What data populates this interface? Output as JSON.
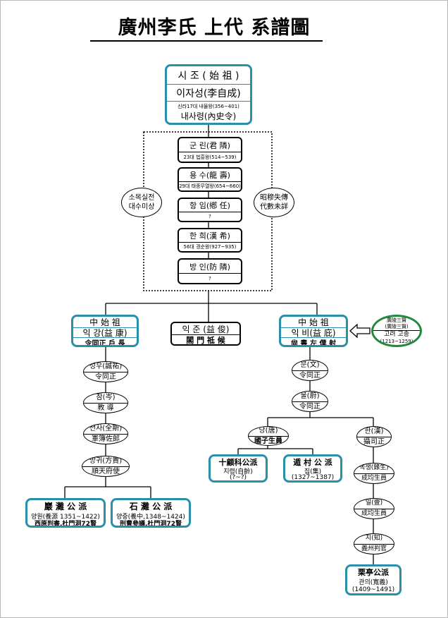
{
  "title": "廣州李氏 上代 系譜圖",
  "founder": {
    "row1": "시 조 ( 始 祖 )",
    "row2": "이자성(李自成)",
    "row3_note": "신라17대 내물왕(356~401)",
    "row3_title": "내사령(內史令)"
  },
  "chain": [
    {
      "name": "군 린(君 隣)",
      "note": "23대 법흥왕(514~539)"
    },
    {
      "name": "용 수(龍 壽)",
      "note": "29대 태종무열왕(654~660)"
    },
    {
      "name": "항 임(鄕 任)",
      "note": "?"
    },
    {
      "name": "한 희(漢 希)",
      "note": "56대 경순왕(927~935)"
    },
    {
      "name": "방 인(防 隣)",
      "note": "?"
    }
  ],
  "side_left": {
    "line1": "소목실전",
    "line2": "대수미상"
  },
  "side_right": {
    "line1": "昭穆失傳",
    "line2": "代數未詳"
  },
  "branch_left": {
    "row1": "中 始 祖",
    "row2": "익 강(益 康)",
    "row3": "令同正 戶 長"
  },
  "branch_mid": {
    "row1": "익 준 (益 俊)",
    "row2": "閣 門 祗 候"
  },
  "branch_right": {
    "row1": "中 始 祖",
    "row2": "익 비(益 庇)",
    "row3": "尙 書 左 僕 射"
  },
  "samhyeon": {
    "line1": "廣陵三賢",
    "line2": "(廣陵三賢)",
    "line3": "고려 고종",
    "line4": "(1213~1259)"
  },
  "left_chain": [
    {
      "line1": "성우(誠祐)",
      "line2": "令同正"
    },
    {
      "line1": "잠(岑)",
      "line2": "教 導"
    },
    {
      "line1": "전사(全斯)",
      "line2": "軍簿佐郞"
    },
    {
      "line1": "방귀(方貴)",
      "line2": "順天府使"
    }
  ],
  "left_pa1": {
    "name": "巖 灘 公 派",
    "line1": "양원(養源 1351~1422)",
    "line2": "西原判書,杜門洞72賢"
  },
  "left_pa2": {
    "name": "石 灘 公 派",
    "line1": "양중(養中,1348~1424)",
    "line2": "刑曹參議,杜門洞72賢"
  },
  "right_chain": [
    {
      "line1": "문(文)",
      "line2": "令同正"
    },
    {
      "line1": "울(蔚)",
      "line2": "令同正"
    }
  ],
  "dang": {
    "line1": "당(唐)",
    "line2": "國子生員"
  },
  "han": {
    "line1": "한(漢)",
    "line2": "攝司正"
  },
  "pa_sipchik": {
    "name": "十顧科公派",
    "line1": "지령(自齡)",
    "line2": "(?~?)"
  },
  "pa_dunchon": {
    "name": "遁 村 公 派",
    "line1": "집(集)",
    "line2": "(1327~1387)"
  },
  "han_chain": [
    {
      "line1": "녹생(錄生)",
      "line2": "成均生員"
    },
    {
      "line1": "일(壹)",
      "line2": "成均生員"
    },
    {
      "line1": "지(知)",
      "line2": "義州判官"
    }
  ],
  "pa_yuljeong": {
    "name": "栗亭公派",
    "line1": "관의(寬義)",
    "line2": "(1409~1491)"
  },
  "colors": {
    "teal": "#2a8fa8",
    "green": "#1f8a3a"
  }
}
